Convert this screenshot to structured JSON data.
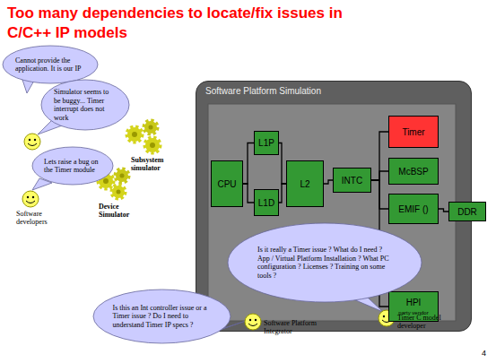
{
  "diagram": {
    "title": "Too many dependencies to locate/fix issues in C/C++ IP models",
    "nodes": [
      {
        "text": [
          "Cannot provide the application. It is our IP"
        ]
      },
      {
        "text": [
          "Simulator seems to be buggy... Timer interrupt does not work"
        ]
      },
      {
        "text": [
          "Lets raise a bug on the Timer module"
        ]
      },
      {
        "text": [
          "Software Platform Simulation"
        ]
      },
      {
        "text": [
          "CPU"
        ],
        "in": 3
      },
      {
        "text": [
          "L1P"
        ],
        "in": 3
      },
      {
        "text": [
          "L1D"
        ],
        "in": 3
      },
      {
        "text": [
          "L2"
        ],
        "in": 3
      },
      {
        "text": [
          "INTC"
        ],
        "in": 3
      },
      {
        "text": [
          "Timer"
        ],
        "in": 3
      },
      {
        "text": [
          "McBSP"
        ],
        "in": 3
      },
      {
        "text": [
          "EMIF ()"
        ],
        "in": 3
      },
      {
        "text": [
          "HPI",
          "party vendor"
        ],
        "in": 3
      },
      {
        "text": [
          "DDR"
        ]
      },
      {
        "text": [
          "Is it really a Timer issue ? What do I need ? App / Virtual Platform Installation ? What PC configuration ? Licenses ? Training on some tools ?"
        ]
      },
      {
        "text": [
          "Is this an Int controller issue or a Timer issue ? Do I need to understand Timer IP specs ?"
        ]
      }
    ],
    "edges": [
      {
        "from": 4,
        "to": 5,
        "arrow": "none"
      },
      {
        "from": 4,
        "to": 6,
        "arrow": "none"
      },
      {
        "from": 5,
        "to": 7,
        "arrow": "none"
      },
      {
        "from": 6,
        "to": 7,
        "arrow": "none"
      },
      {
        "from": 7,
        "to": 8,
        "arrow": "none"
      },
      {
        "from": 8,
        "to": 9,
        "arrow": "none"
      },
      {
        "from": 8,
        "to": 10,
        "arrow": "none"
      },
      {
        "from": 8,
        "to": 11,
        "arrow": "none"
      },
      {
        "from": 8,
        "to": 12,
        "arrow": "none"
      },
      {
        "from": 11,
        "to": 13,
        "arrow": "none"
      }
    ],
    "labels": [
      "Subsystem simulator",
      "Device Simulator",
      "Software developers",
      "Software Platform Integrator",
      "Timer C model developer",
      "4"
    ]
  }
}
